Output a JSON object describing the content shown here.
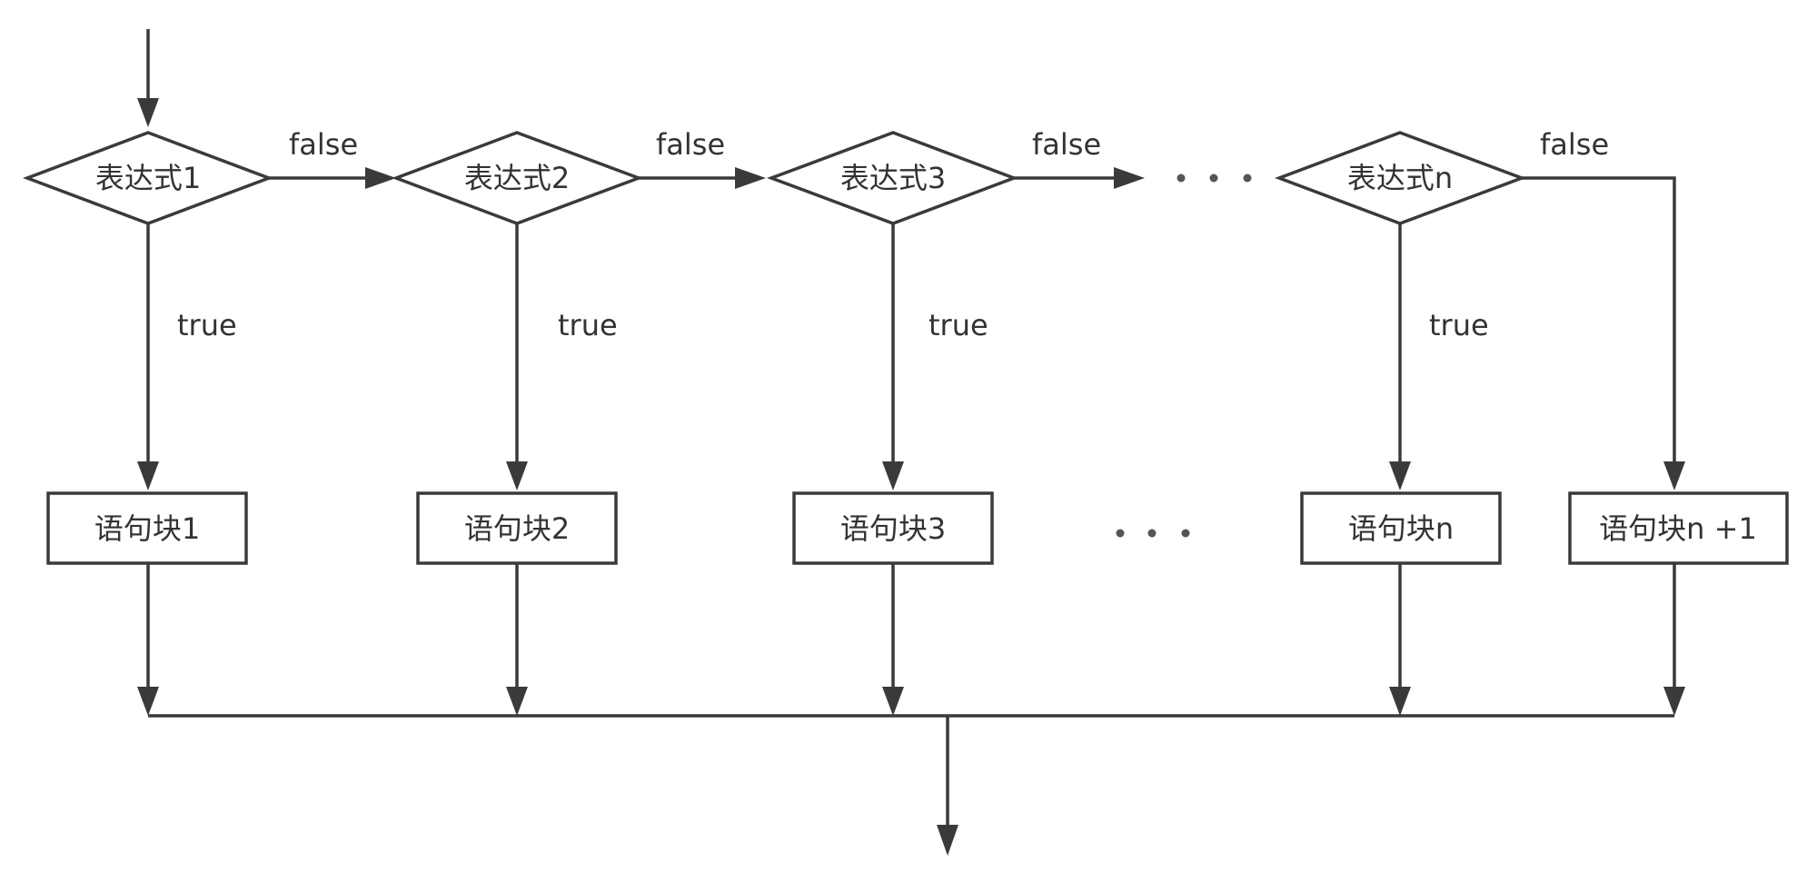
{
  "diagram": {
    "conditions": [
      {
        "label": "表达式1"
      },
      {
        "label": "表达式2"
      },
      {
        "label": "表达式3"
      },
      {
        "label": "表达式n"
      }
    ],
    "statements": [
      {
        "label": "语句块1"
      },
      {
        "label": "语句块2"
      },
      {
        "label": "语句块3"
      },
      {
        "label": "语句块n"
      },
      {
        "label": "语句块n +1"
      }
    ],
    "true_label": "true",
    "false_label": "false",
    "colors": {
      "stroke": "#3a3a3a",
      "text": "#333333",
      "background": "#ffffff"
    }
  }
}
